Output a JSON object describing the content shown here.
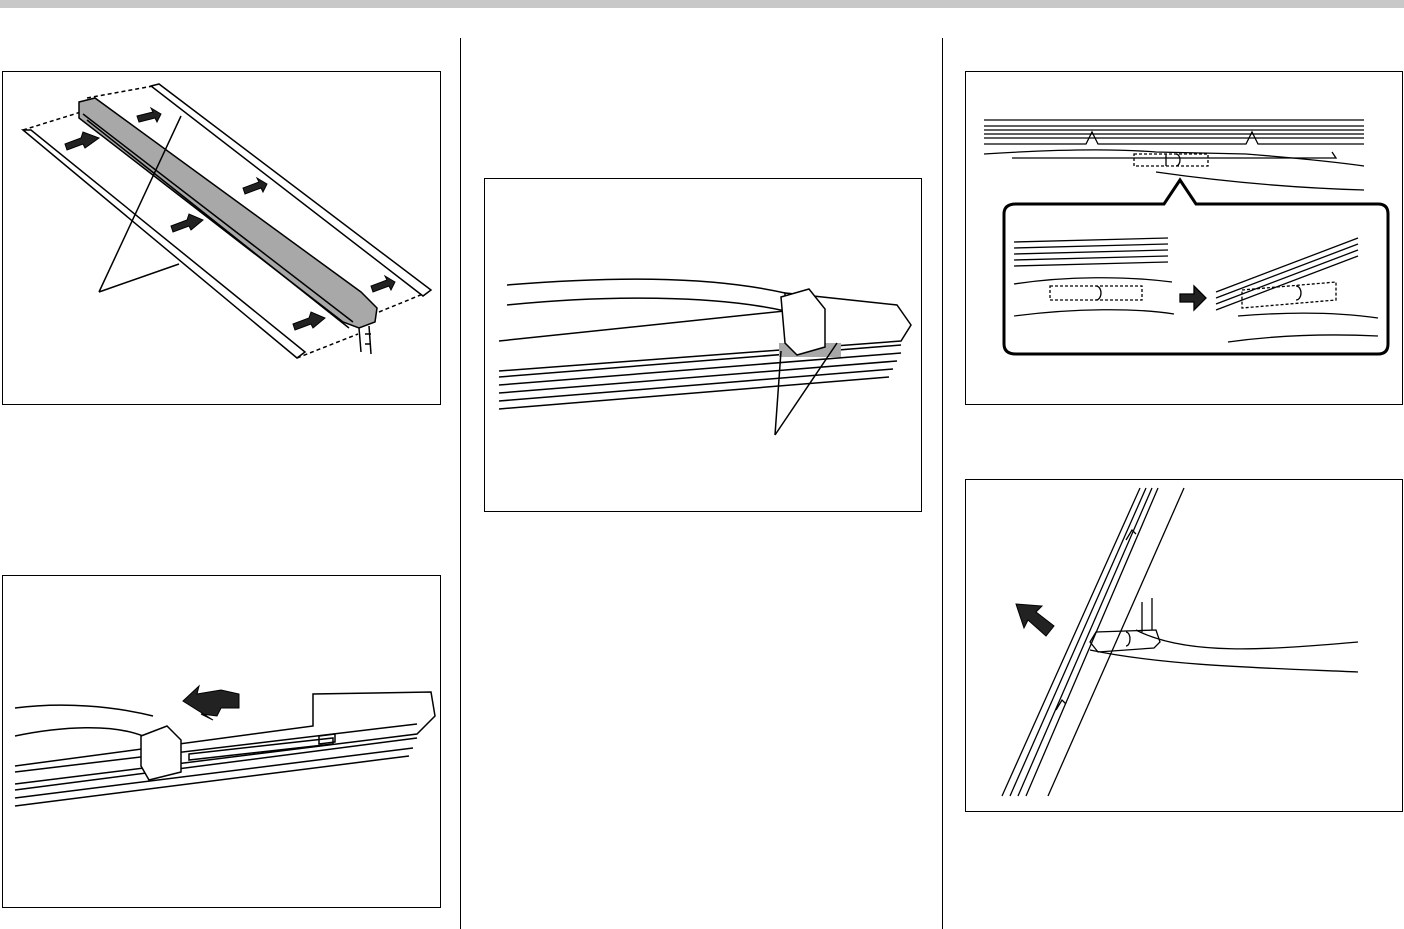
{
  "page": {
    "colors": {
      "top_bar": "#c8c8c8",
      "divider": "#000000",
      "line_art": "#000000",
      "highlight_gray": "#a8a8a8",
      "arrow_fill": "#222222"
    }
  },
  "figures": {
    "fig1": {
      "icon": "wiper-rubber-backing-strips-illustration"
    },
    "fig2": {
      "icon": "wiper-blade-slide-out-illustration"
    },
    "fig3": {
      "icon": "wiper-blade-retainer-tabs-illustration"
    },
    "fig4": {
      "icon": "wiper-blade-lock-detail-illustration"
    },
    "fig5": {
      "icon": "wiper-blade-arm-release-illustration"
    }
  }
}
